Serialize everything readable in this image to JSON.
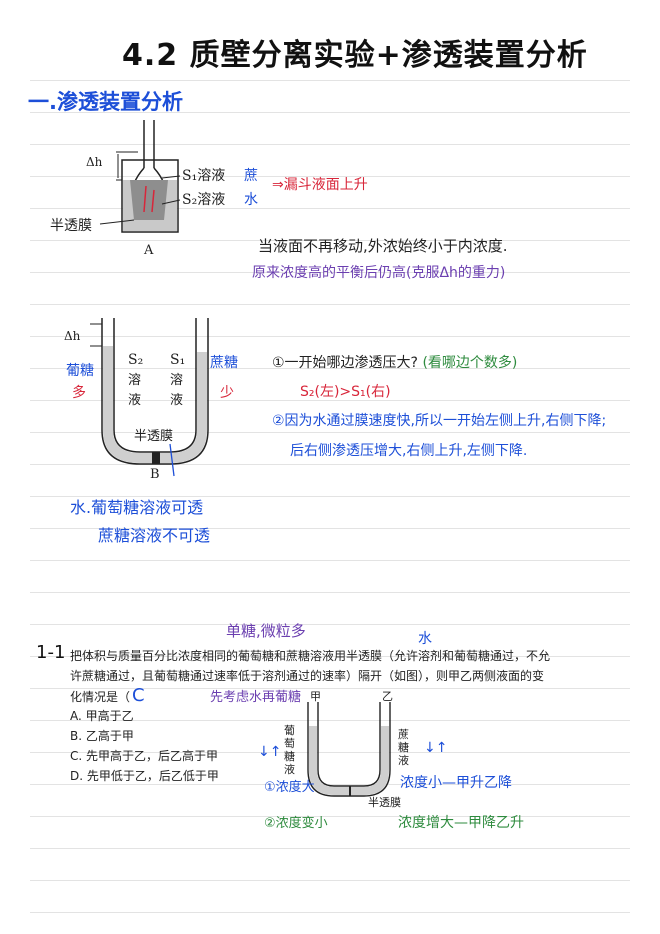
{
  "title": "4.2 质壁分离实验+渗透装置分析",
  "section_1": "一.渗透装置分析",
  "fig_a": {
    "dh": "Δh",
    "s1": "S₁溶液",
    "s2": "S₂溶液",
    "membrane": "半透膜",
    "letter": "A",
    "note_s1": "蔗",
    "note_s2": "水",
    "arrow_note": "⇒漏斗液面上升"
  },
  "note_equilibrium": "当液面不再移动,外浓始终小于内浓度.",
  "note_pressure": "原来浓度高的平衡后仍高(克服Δh的重力)",
  "fig_b": {
    "dh": "Δh",
    "s2": "S₂",
    "s1": "S₁",
    "sol": "溶",
    "liq": "液",
    "membrane": "半透膜",
    "letter": "B",
    "left_note_1": "葡糖",
    "left_note_2": "多",
    "right_note_1": "蔗糖",
    "right_note_2": "少",
    "bottom_note_1": "水.葡萄糖溶液可透",
    "bottom_note_2": "蔗糖溶液不可透"
  },
  "q1_prompt": "①一开始哪边渗透压大?",
  "q1_hint": "(看哪边个数多)",
  "q1_answer": "S₂(左)>S₁(右)",
  "q2_line1": "②因为水通过膜速度快,所以一开始左侧上升,右侧下降;",
  "q2_line2": "后右侧渗透压增大,右侧上升,左侧下降.",
  "problem": {
    "number": "1-1",
    "anno_top": "单糖,微粒多",
    "anno_water": "水",
    "text_line1": "把体积与质量百分比浓度相同的葡萄糖和蔗糖溶液用半透膜（允许溶剂和葡萄糖通过，不允",
    "text_line2": "许蔗糖通过，且葡萄糖通过速率低于溶剂通过的速率）隔开（如图），则甲乙两侧液面的变",
    "text_line3": "化情况是（",
    "answer_mark": "C",
    "anno_first": "先考虑水再葡糖",
    "options": [
      {
        "letter": "A.",
        "text": "甲高于乙"
      },
      {
        "letter": "B.",
        "text": "乙高于甲"
      },
      {
        "letter": "C.",
        "text": "先甲高于乙，后乙高于甲"
      },
      {
        "letter": "D.",
        "text": "先甲低于乙，后乙低于甲"
      }
    ],
    "fig": {
      "jia": "甲",
      "yi": "乙",
      "left_label": "葡萄糖液",
      "right_label": "蔗糖液",
      "membrane": "半透膜"
    },
    "note_conc_big": "①浓度大",
    "note_conc_small": "②浓度变小",
    "note_right_1": "浓度小—甲升乙降",
    "note_right_2": "浓度增大—甲降乙升"
  }
}
